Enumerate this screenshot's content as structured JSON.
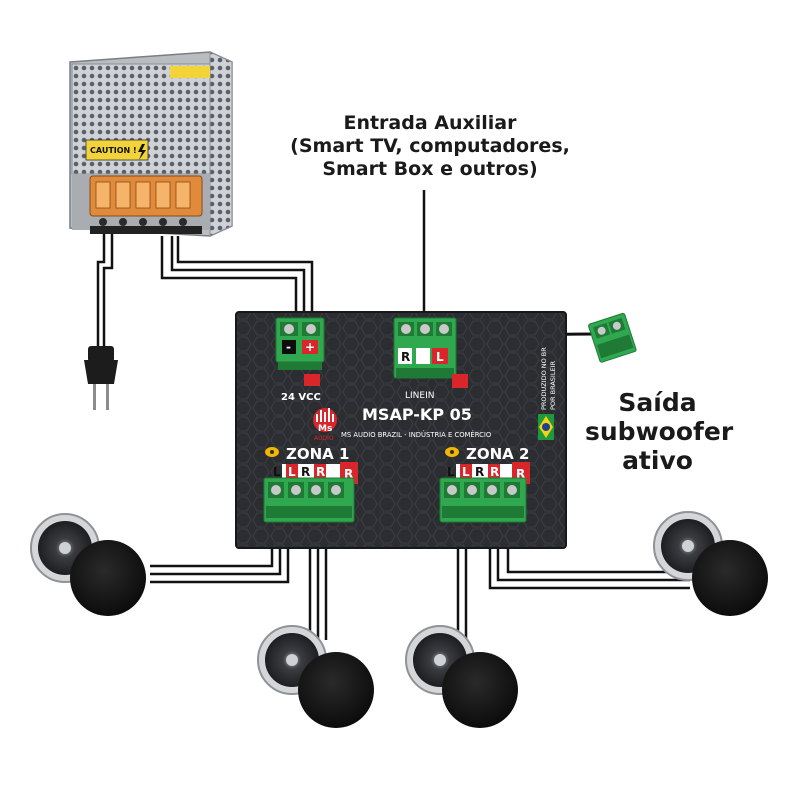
{
  "labels": {
    "aux_line1": "Entrada Auxiliar",
    "aux_line2": "(Smart TV, computadores,",
    "aux_line3": "Smart Box e outros)",
    "sub_line1": "Saída",
    "sub_line2": "subwoofer",
    "sub_line3": "ativo"
  },
  "psu": {
    "caution": "CAUTION !"
  },
  "board": {
    "model": "MSAP-KP 05",
    "company": "MS AUDIO BRAZIL - INDÚSTRIA E COMÉRCIO",
    "logo_text": "Ms",
    "logo_sub": "AUDIO",
    "power_label": "24 VCC",
    "linein_label": "LINEIN",
    "made_line1": "PRODUZIDO NO BR",
    "made_line2": "POR BRASILEIR",
    "zone1": "ZONA 1",
    "zone2": "ZONA 2",
    "minus": "-",
    "plus": "+",
    "R": "R",
    "L": "L"
  },
  "colors": {
    "board": "#2b2d31",
    "terminal_green": "#2fa84f",
    "terminal_dark": "#1f7a36",
    "marker_red": "#d9262b",
    "zone_yellow": "#f2b705",
    "wire": "#111111",
    "speaker_grey": "#3a3a3a"
  }
}
